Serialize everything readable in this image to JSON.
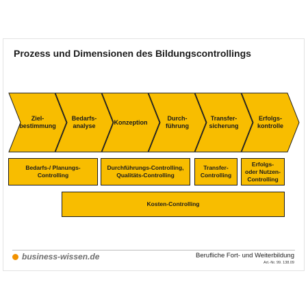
{
  "title": "Prozess und Dimensionen des Bildungscontrollings",
  "colors": {
    "fill": "#f8bd00",
    "stroke": "#1a1a1a",
    "logo_dot": "#f29200"
  },
  "process_steps": [
    {
      "label": "Ziel-\nbestimmung"
    },
    {
      "label": "Bedarfs-\nanalyse"
    },
    {
      "label": "Konzeption"
    },
    {
      "label": "Durch-\nführung"
    },
    {
      "label": "Transfer-\nsicherung"
    },
    {
      "label": "Erfolgs-\nkontrolle"
    }
  ],
  "controlling_boxes": [
    {
      "label": "Bedarfs-/ Planungs-\nControlling"
    },
    {
      "label": "Durchführungs-Controlling,\nQualitäts-Controlling"
    },
    {
      "label": "Transfer-\nControlling"
    },
    {
      "label": "Erfolgs-\noder Nutzen-\nControlling"
    },
    {
      "label": "Kosten-Controlling"
    }
  ],
  "footer": {
    "logo": "business-wissen.de",
    "title": "Berufliche Fort- und Weiterbildung",
    "art_nr": "Art.-Nr. 99. 138.09"
  }
}
